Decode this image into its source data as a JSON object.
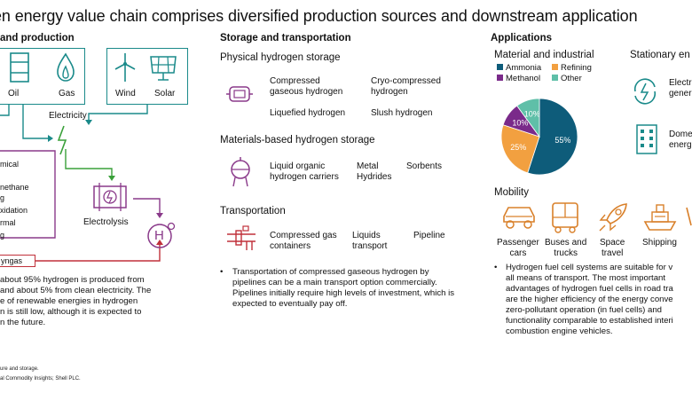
{
  "title": "en energy value chain comprises diversified production sources and downstream application",
  "production": {
    "heading": "and production",
    "oil": "Oil",
    "gas": "Gas",
    "wind": "Wind",
    "solar": "Solar",
    "electricity": "Electricity",
    "electrolysis": "Electrolysis",
    "h2": "H",
    "list": [
      "mical",
      "nethane",
      "g",
      "xidation",
      "rmal",
      "g"
    ],
    "syngas": "yngas",
    "paragraph": "about 95% hydrogen is produced from\nand about 5% from clean electricity. The\ne of renewable energies in hydrogen\nn is still low, although it is expected to\nn the future.",
    "footnotes": [
      "ure and storage.",
      "al Commodity Insights; Shell PLC."
    ]
  },
  "storage": {
    "heading": "Storage and transportation",
    "physical_heading": "Physical hydrogen storage",
    "compressed": "Compressed\ngaseous hydrogen",
    "cryo": "Cryo-compressed\nhydrogen",
    "liquefied": "Liquefied hydrogen",
    "slush": "Slush hydrogen",
    "materials_heading": "Materials-based hydrogen storage",
    "liquid_organic": "Liquid organic\nhydrogen carriers",
    "metal": "Metal\nHydrides",
    "sorbents": "Sorbents",
    "transport_heading": "Transportation",
    "compressed_gas": "Compressed gas\ncontainers",
    "liquids": "Liquids\ntransport",
    "pipeline": "Pipeline",
    "bullet": "Transportation of compressed gaseous hydrogen by pipelines can be a main transport option commercially. Pipelines initially require high levels of investment, which is expected to eventually pay off."
  },
  "applications": {
    "heading": "Applications",
    "material_heading": "Material and industrial",
    "stationary_heading": "Stationary en",
    "stationary_items": [
      "Electr\ngener",
      "Dome\nenerg"
    ],
    "mobility_heading": "Mobility",
    "mobility_items": [
      "Passenger\ncars",
      "Buses and\ntrucks",
      "Space\ntravel",
      "Shipping"
    ],
    "bullet": "Hydrogen fuel cell systems are suitable for v\nall means of transport. The most important\nadvantages of hydrogen fuel cells in road tra\nare the higher efficiency of the energy conve\nzero-pollutant operation (in fuel cells) and\nfunctionality comparable to established interi\ncombustion engine vehicles."
  },
  "colors": {
    "teal": "#1a8a8a",
    "purple": "#8a3a8a",
    "green": "#3aa03a",
    "red": "#c0303a",
    "orange": "#d9802a",
    "ammonia": "#0e5c7a",
    "refining": "#f2a040",
    "methanol": "#7a2a8a",
    "other": "#5fbfa8"
  },
  "chart_data": {
    "type": "pie",
    "title": "Material and industrial",
    "series": [
      {
        "name": "Ammonia",
        "value": 55,
        "label": "55%",
        "color": "#0e5c7a"
      },
      {
        "name": "Refining",
        "value": 25,
        "label": "25%",
        "color": "#f2a040"
      },
      {
        "name": "Methanol",
        "value": 10,
        "label": "10%",
        "color": "#7a2a8a"
      },
      {
        "name": "Other",
        "value": 10,
        "label": "10%",
        "color": "#5fbfa8"
      }
    ],
    "legend_position": "top"
  }
}
